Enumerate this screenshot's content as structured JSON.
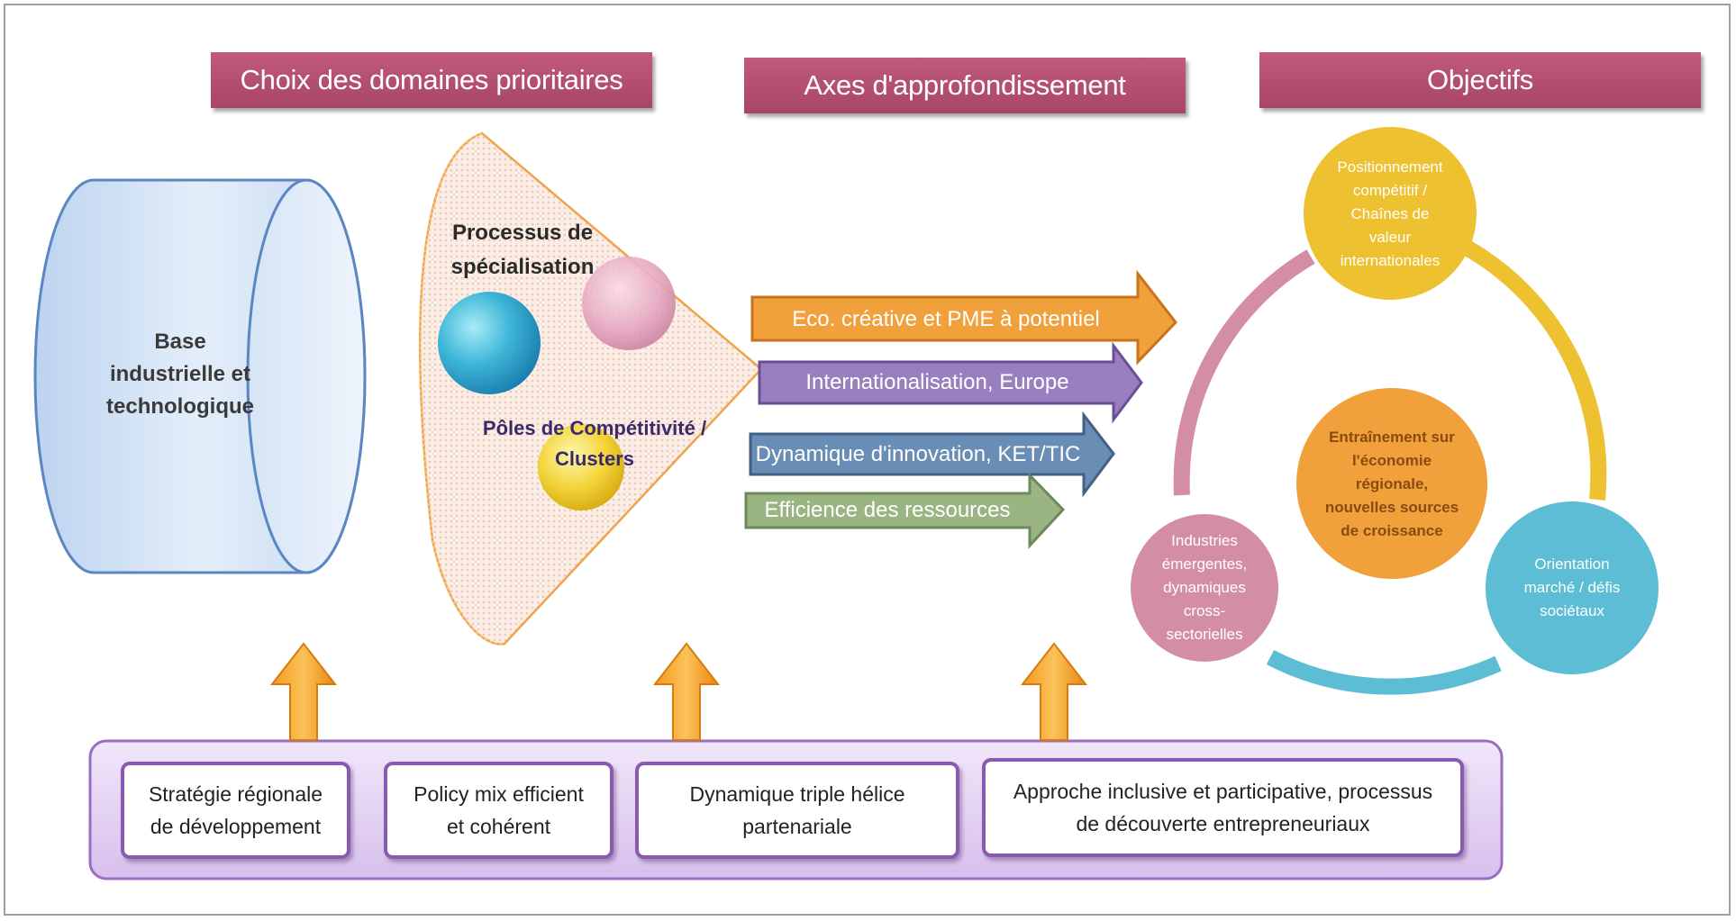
{
  "headers": {
    "choix": "Choix des domaines prioritaires",
    "axes": "Axes d'approfondissement",
    "objectifs": "Objectifs"
  },
  "base": {
    "line1": "Base",
    "line2": "industrielle et",
    "line3": "technologique"
  },
  "processus": {
    "line1": "Processus de",
    "line2": "spécialisation"
  },
  "poles": {
    "line1": "Pôles de Compétitivité /",
    "line2": "Clusters"
  },
  "arrows": [
    {
      "label": "Eco. créative et PME à potentiel",
      "color": "#f0a13c"
    },
    {
      "label": "Internationalisation, Europe",
      "color": "#9a7fc0"
    },
    {
      "label": "Dynamique d'innovation, KET/TIC",
      "color": "#6a8db5"
    },
    {
      "label": "Efficience des ressources",
      "color": "#9ab583"
    }
  ],
  "objectives": {
    "top": [
      "Positionnement",
      "compétitif /",
      "Chaînes de",
      "valeur",
      "internationales"
    ],
    "center": [
      "Entraînement sur",
      "l'économie",
      "régionale,",
      "nouvelles sources",
      "de croissance"
    ],
    "left": [
      "Industries",
      "émergentes,",
      "dynamiques",
      "cross-",
      "sectorielles"
    ],
    "right": [
      "Orientation",
      "marché / défis",
      "sociétaux"
    ]
  },
  "bottom": [
    {
      "line1": "Stratégie régionale",
      "line2": "de développement"
    },
    {
      "line1": "Policy mix efficient",
      "line2": "et cohérent"
    },
    {
      "line1": "Dynamique triple hélice",
      "line2": "partenariale"
    },
    {
      "line1": "Approche inclusive et participative, processus",
      "line2": "de découverte entrepreneuriaux"
    }
  ],
  "colors": {
    "header": "#b24b72",
    "yellow": "#edc130",
    "orange": "#f0a13c",
    "pink": "#d48ea3",
    "teal": "#5cbdd4",
    "purple_border": "#8a5ab0"
  }
}
